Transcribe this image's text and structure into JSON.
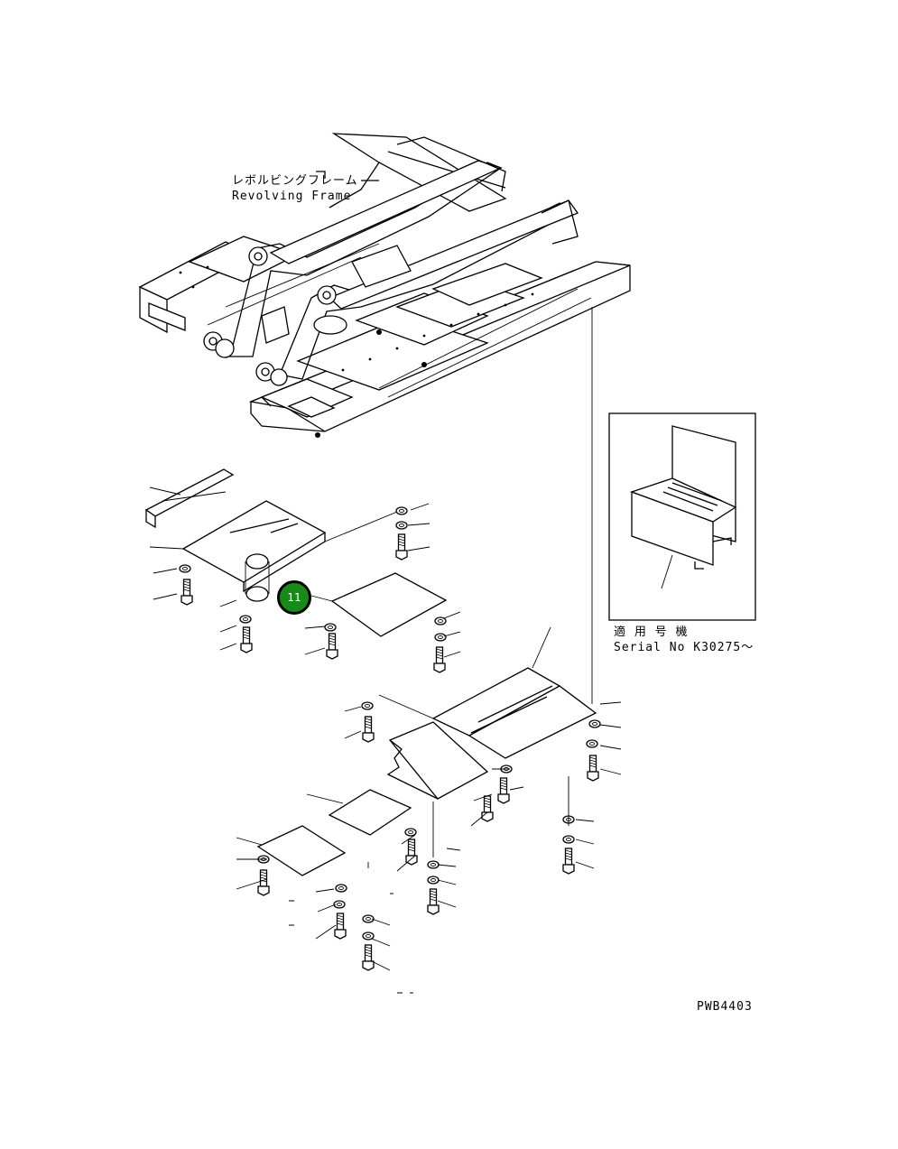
{
  "frame_label": {
    "japanese": "レボルビングフレーム",
    "english": "Revolving Frame"
  },
  "serial_note": {
    "japanese": "適 用 号 機",
    "english": "Serial No K30275～"
  },
  "callout": {
    "number": "11",
    "color": "#178a17"
  },
  "drawing_code": "PWB4403"
}
